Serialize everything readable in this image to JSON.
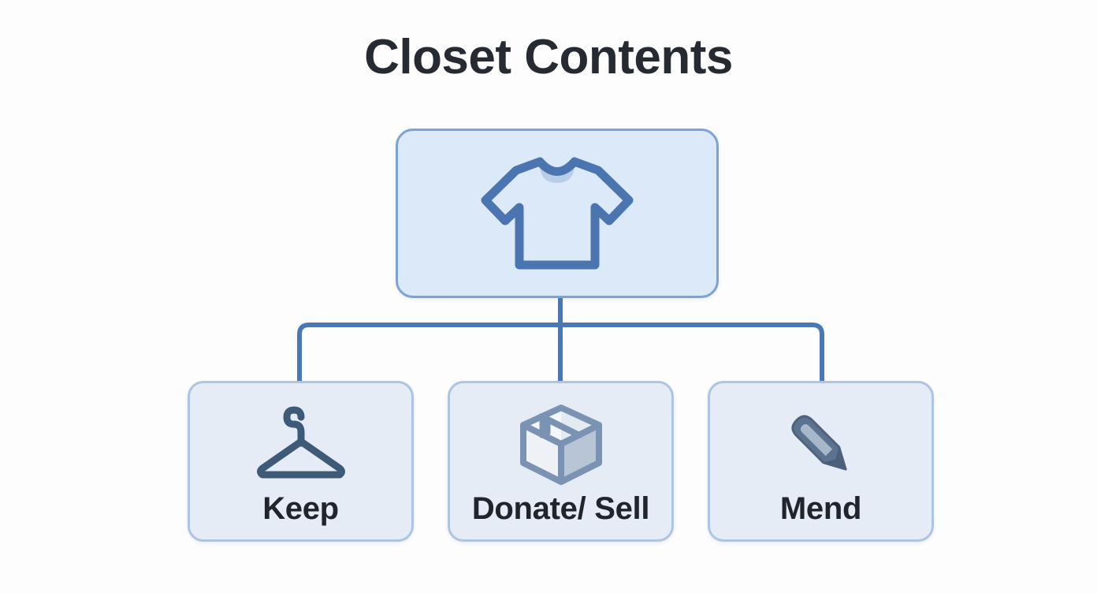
{
  "page": {
    "title": "Closet Contents",
    "background_color": "#fdfdfd",
    "title_color": "#262b33"
  },
  "diagram": {
    "type": "tree",
    "orientation": "top-down",
    "connector_color": "#4a77b5",
    "root": {
      "id": "closet",
      "icon": "tshirt-icon",
      "label": "",
      "fill_color": "#dce9f8",
      "border_color": "#7ba4d4",
      "icon_color": "#4a75b0"
    },
    "children": [
      {
        "id": "keep",
        "label": "Keep",
        "icon": "hanger-icon",
        "fill_color": "#e6ecf5",
        "border_color": "#adc4e2",
        "icon_color": "#3d5a78"
      },
      {
        "id": "donate-sell",
        "label": "Donate/ Sell",
        "icon": "box-icon",
        "fill_color": "#e6ecf5",
        "border_color": "#adc4e2",
        "icon_color": "#7a93b3"
      },
      {
        "id": "mend",
        "label": "Mend",
        "icon": "needle-icon",
        "fill_color": "#e6ecf5",
        "border_color": "#adc4e2",
        "icon_color": "#5b738f"
      }
    ]
  }
}
